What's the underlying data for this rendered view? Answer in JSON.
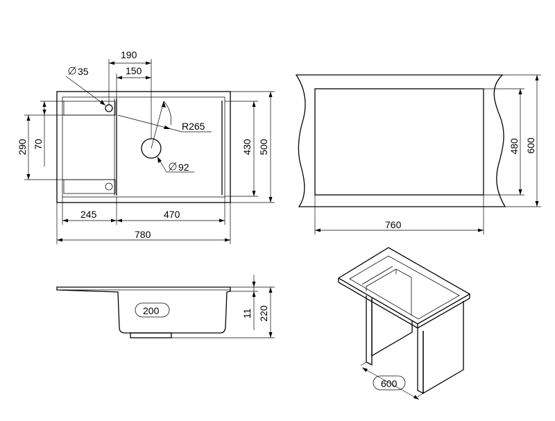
{
  "dimensions": {
    "d190": "190",
    "d150": "150",
    "hole_small": "35",
    "radius": "R265",
    "drain": "92",
    "d290": "290",
    "d70": "70",
    "d430": "430",
    "d500": "500",
    "d245": "245",
    "d470": "470",
    "d780": "780",
    "cut_width": "760",
    "cut_height": "480",
    "cabinet_height": "600",
    "drain_width": "200",
    "rim": "11",
    "depth": "220",
    "cabinet_width": "600"
  }
}
